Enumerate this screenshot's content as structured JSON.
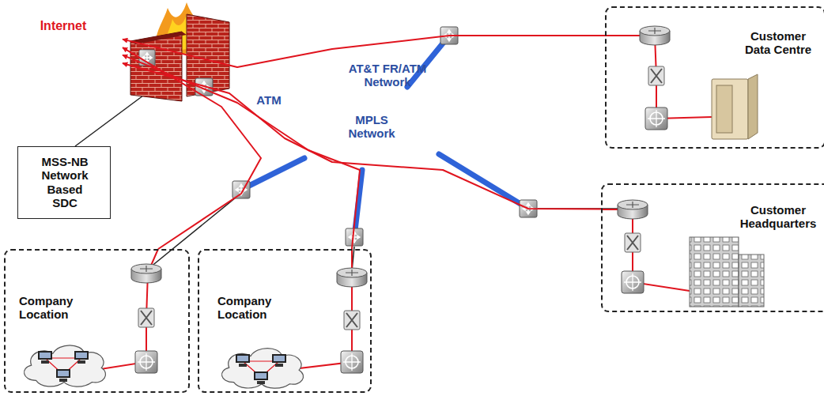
{
  "diagram": {
    "nodes": [
      {
        "text": [
          "Internet"
        ]
      },
      {
        "text": [
          "AT&T FR/ATM Network"
        ]
      },
      {
        "text": [
          "ATM"
        ],
        "in": 1
      },
      {
        "text": [
          "MPLS Network"
        ],
        "in": 1
      },
      {
        "text": [
          "Customer Data Centre"
        ]
      },
      {
        "text": [
          "MSS-NB Network Based SDC"
        ]
      },
      {
        "text": [
          "Customer Headquarters"
        ]
      },
      {
        "text": [
          "Company Location"
        ]
      },
      {
        "text": [
          "Company Location"
        ]
      }
    ],
    "edges": [
      {
        "from": 4,
        "to": 0,
        "arrow": "to"
      },
      {
        "from": 6,
        "to": 0,
        "arrow": "to"
      },
      {
        "from": 7,
        "to": 0,
        "arrow": "to"
      },
      {
        "from": 8,
        "to": 0,
        "arrow": "to"
      }
    ]
  }
}
